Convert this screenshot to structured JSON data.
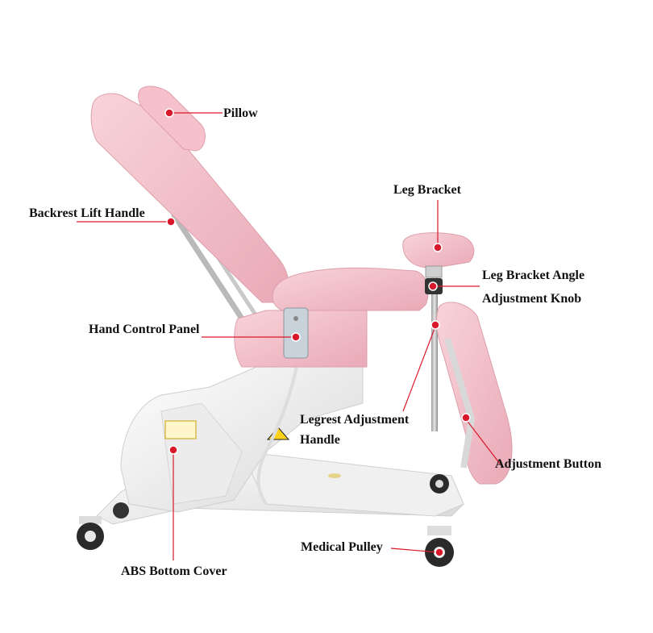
{
  "labels": {
    "pillow": "Pillow",
    "backrest_lift_handle": "Backrest Lift Handle",
    "hand_control_panel": "Hand Control Panel",
    "leg_bracket": "Leg Bracket",
    "leg_bracket_angle_line1": "Leg Bracket Angle",
    "leg_bracket_angle_line2": "Adjustment Knob",
    "legrest_adjustment_line1": "Legrest Adjustment",
    "legrest_adjustment_line2": "Handle",
    "adjustment_button": "Adjustment Button",
    "medical_pulley": "Medical Pulley",
    "abs_bottom_cover": "ABS Bottom Cover"
  },
  "colors": {
    "upholstery": "#f5c6cf",
    "upholstery_shade": "#e9aab6",
    "base": "#f4f4f4",
    "base_shade": "#dcdcdc",
    "marker": "#d9182b",
    "leader": "#d9182b"
  }
}
